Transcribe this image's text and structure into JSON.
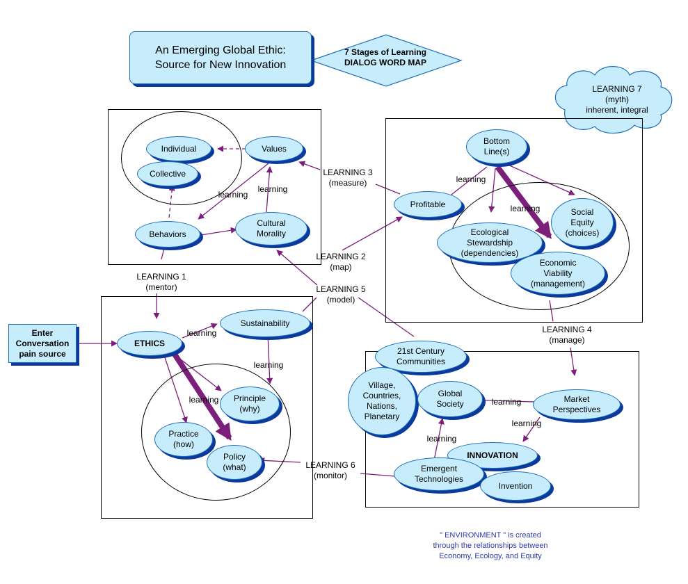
{
  "title": {
    "line1": "An Emerging Global Ethic:",
    "line2": "Source for New Innovation"
  },
  "subtitle": {
    "line1": "7 Stages of Learning",
    "line2": "DIALOG WORD MAP"
  },
  "cloud": {
    "label": "LEARNING 7\n(myth)\ninherent, integral"
  },
  "entry": {
    "line1": "Enter",
    "line2": "Conversation",
    "line3": "pain source"
  },
  "nodes": {
    "individual": "Individual",
    "collective": "Collective",
    "values": "Values",
    "behaviors": "Behaviors",
    "cultural_morality": "Cultural\nMorality",
    "bottom_line": "Bottom\nLine(s)",
    "profitable": "Profitable",
    "social_equity": "Social\nEquity\n(choices)",
    "ecological_stewardship": "Ecological\nStewardship\n(dependencies)",
    "economic_viability": "Economic\nViability\n(management)",
    "ethics": "ETHICS",
    "sustainability": "Sustainability",
    "principle": "Principle\n(why)",
    "practice": "Practice\n(how)",
    "policy": "Policy\n(what)",
    "century_communities": "21st Century\nCommunities",
    "village": "Village,\nCountries,\nNations,\nPlanetary",
    "global_society": "Global\nSociety",
    "market_perspectives": "Market\nPerspectives",
    "innovation": "INNOVATION",
    "emergent_technologies": "Emergent\nTechnologies",
    "invention": "Invention"
  },
  "stage_labels": {
    "learning1": "LEARNING 1\n(mentor)",
    "learning2": "LEARNING 2\n(map)",
    "learning3": "LEARNING 3\n(measure)",
    "learning4": "LEARNING 4\n(manage)",
    "learning5": "LEARNING 5\n(model)",
    "learning6": "LEARNING 6\n(monitor)"
  },
  "link_word": "learning",
  "footnote": {
    "line1": "\" ENVIRONMENT \" is created",
    "line2": "through the relationships between",
    "line3": "Economy, Ecology, and Equity"
  },
  "colors": {
    "node_fill": "#c7ecfb",
    "node_border": "#1f6fb8",
    "node_shadow": "#0b3a9c",
    "arrow": "#7b1f7b",
    "footnote": "#2d3aa8"
  }
}
